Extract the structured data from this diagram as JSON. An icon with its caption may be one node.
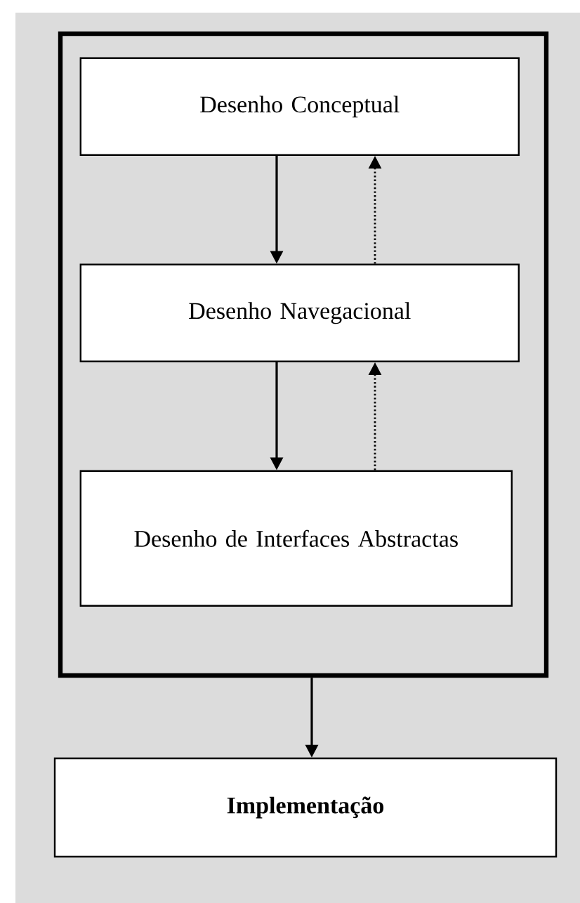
{
  "diagram": {
    "nodes": [
      {
        "text": [],
        "shape": "box"
      },
      {
        "text": [
          "Desenho Conceptual"
        ],
        "in": 0
      },
      {
        "text": [
          "Desenho Navegacional"
        ],
        "in": 0
      },
      {
        "text": [
          "Desenho de Interfaces Abstractas"
        ],
        "in": 0
      },
      {
        "text": [
          "**Implementação**"
        ]
      }
    ],
    "edges": [
      {
        "from": 1,
        "to": 2,
        "arrow": "to"
      },
      {
        "from": 2,
        "to": 1,
        "arrow": "to",
        "style": "dashed"
      },
      {
        "from": 2,
        "to": 3,
        "arrow": "to"
      },
      {
        "from": 3,
        "to": 2,
        "arrow": "to",
        "style": "dashed"
      },
      {
        "from": 0,
        "to": 4,
        "arrow": "to"
      }
    ]
  }
}
